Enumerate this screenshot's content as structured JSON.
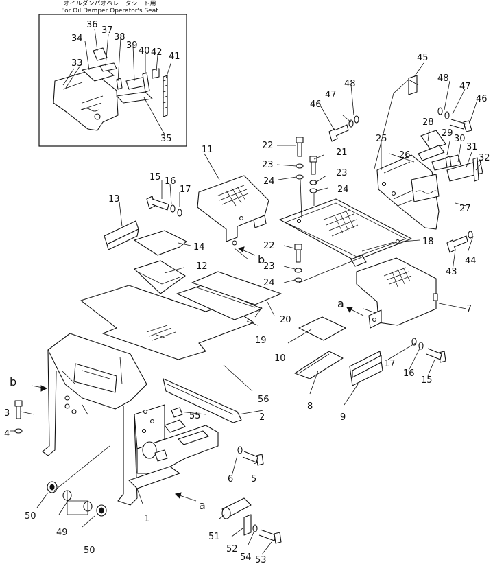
{
  "inset": {
    "title_jp": "オイルダンパオペレータシート用",
    "title_en": "For Oil Damper Operator's Seat"
  },
  "part_labels": [
    "1",
    "2",
    "3",
    "4",
    "5",
    "6",
    "7",
    "8",
    "9",
    "10",
    "11",
    "12",
    "13",
    "14",
    "15",
    "16",
    "17",
    "18",
    "19",
    "20",
    "21",
    "22",
    "23",
    "24",
    "25",
    "26",
    "27",
    "28",
    "29",
    "30",
    "31",
    "32",
    "33",
    "34",
    "35",
    "36",
    "37",
    "38",
    "39",
    "40",
    "41",
    "42",
    "43",
    "44",
    "45",
    "46",
    "47",
    "48",
    "49",
    "50",
    "51",
    "52",
    "53",
    "54",
    "55",
    "56"
  ],
  "view_markers": {
    "a": "a",
    "b": "b"
  }
}
